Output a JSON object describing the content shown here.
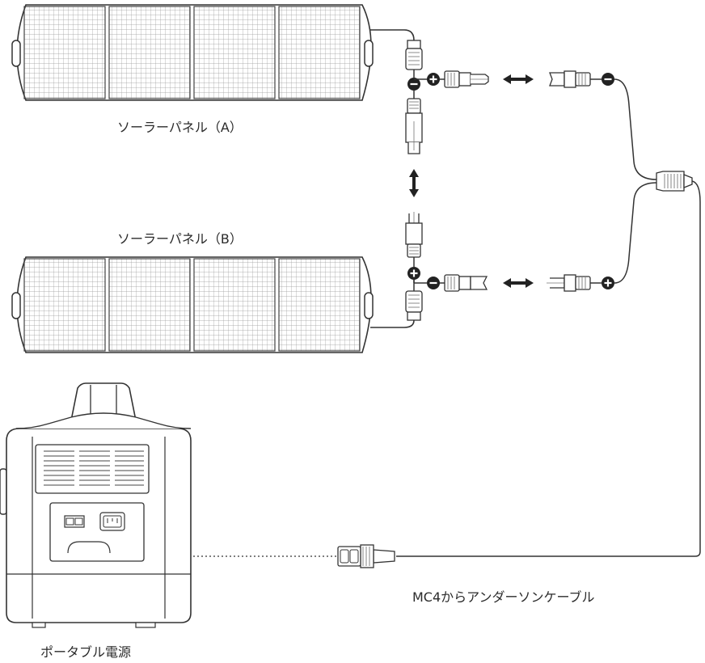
{
  "labels": {
    "panel_a": "ソーラーパネル（A）",
    "panel_b": "ソーラーパネル（B）",
    "cable": "MC4からアンダーソンケーブル",
    "power_station": "ポータブル電源"
  },
  "polarity": {
    "plus": "+",
    "minus": "−"
  },
  "colors": {
    "line": "#333333",
    "background": "#ffffff",
    "panel_grid": "#9a9a9a"
  }
}
